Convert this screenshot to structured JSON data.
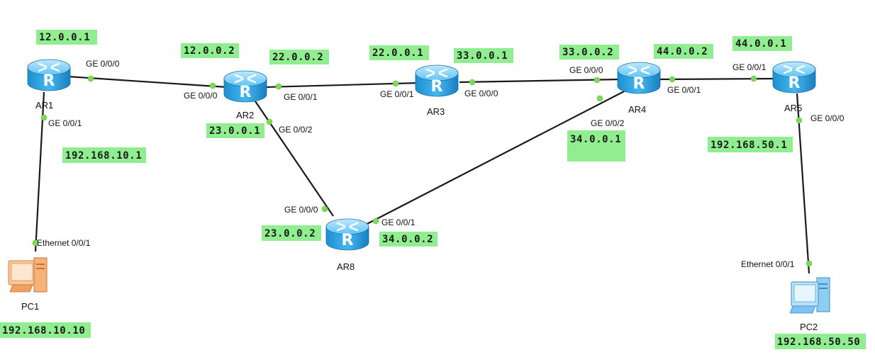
{
  "routers": [
    {
      "id": "AR1",
      "label": "AR1"
    },
    {
      "id": "AR2",
      "label": "AR2"
    },
    {
      "id": "AR3",
      "label": "AR3"
    },
    {
      "id": "AR4",
      "label": "AR4"
    },
    {
      "id": "AR5",
      "label": "AR5"
    },
    {
      "id": "AR8",
      "label": "AR8"
    }
  ],
  "pcs": [
    {
      "id": "PC1",
      "label": "PC1"
    },
    {
      "id": "PC2",
      "label": "PC2"
    }
  ],
  "links": [
    {
      "from": "AR1",
      "to": "AR2",
      "from_port": "GE 0/0/0",
      "to_port": "GE 0/0/0"
    },
    {
      "from": "AR2",
      "to": "AR3",
      "from_port": "GE 0/0/1",
      "to_port": "GE 0/0/1"
    },
    {
      "from": "AR3",
      "to": "AR4",
      "from_port": "GE 0/0/0",
      "to_port": "GE 0/0/0"
    },
    {
      "from": "AR4",
      "to": "AR5",
      "from_port": "GE 0/0/1",
      "to_port": "GE 0/0/1"
    },
    {
      "from": "AR2",
      "to": "AR8",
      "from_port": "GE 0/0/2",
      "to_port": "GE 0/0/0"
    },
    {
      "from": "AR4",
      "to": "AR8",
      "from_port": "GE 0/0/2",
      "to_port": "GE 0/0/1"
    },
    {
      "from": "AR1",
      "to": "PC1",
      "from_port": "GE 0/0/1",
      "to_port": "Ethernet 0/0/1"
    },
    {
      "from": "AR5",
      "to": "PC2",
      "from_port": "GE 0/0/0",
      "to_port": "Ethernet 0/0/1"
    }
  ],
  "ip_labels": {
    "ar1_ge000": "12.0.0.1",
    "ar2_ge000": "12.0.0.2",
    "ar2_ge001": "22.0.0.2",
    "ar3_ge001": "22.0.0.1",
    "ar3_ge000": "33.0.0.1",
    "ar4_ge000": "33.0.0.2",
    "ar4_ge001": "44.0.0.2",
    "ar5_ge001": "44.0.0.1",
    "ar2_ge002": "23.0.0.1",
    "ar8_ge000": "23.0.0.2",
    "ar8_ge001": "34.0.0.2",
    "ar4_ge002": "34.0.0.1",
    "ar1_ge001": "192.168.10.1",
    "ar5_ge000": "192.168.50.1",
    "pc1": "192.168.10.10",
    "pc2": "192.168.50.50"
  },
  "icons": {
    "router": "router-icon",
    "pc_orange": "desktop-pc-icon",
    "pc_blue": "desktop-pc-icon"
  },
  "colors": {
    "ip_box": "#90ee90",
    "port_dot": "#7ed957",
    "router_body": "#3fb0e8",
    "pc1_color": "#f0a060",
    "pc2_color": "#7cc4ef"
  }
}
